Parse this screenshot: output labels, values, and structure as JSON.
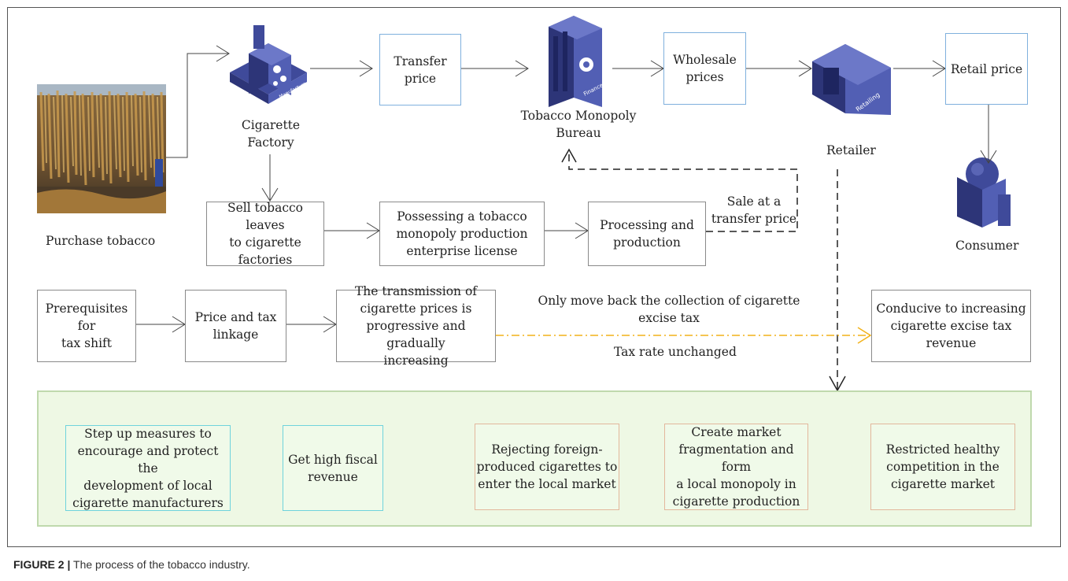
{
  "nodes": {
    "purchase_tobacco": "Purchase tobacco",
    "cigarette_factory": "Cigarette\nFactory",
    "transfer_price": "Transfer\nprice",
    "monopoly_bureau": "Tobacco Monopoly\nBureau",
    "wholesale_prices": "Wholesale\nprices",
    "retailer": "Retailer",
    "retail_price": "Retail price",
    "consumer": "Consumer",
    "sell_leaves": "Sell tobacco leaves\nto cigarette\nfactories",
    "license": "Possessing a tobacco\nmonopoly production\nenterprise license",
    "processing": "Processing and\nproduction",
    "sale_transfer": "Sale at a\ntransfer price",
    "prerequisites": "Prerequisites for\ntax shift",
    "linkage": "Price and tax\nlinkage",
    "transmission": "The transmission of\ncigarette prices is\nprogressive and gradually\nincreasing",
    "move_back": "Only move back the collection of cigarette\nexcise tax",
    "rate_unchanged": "Tax rate unchanged",
    "conducive": "Conducive to increasing\ncigarette excise tax\nrevenue",
    "step_up": "Step up measures to\nencourage and protect the\ndevelopment of local\ncigarette manufacturers",
    "fiscal": "Get high fiscal\nrevenue",
    "rejecting": "Rejecting foreign-\nproduced cigarettes to\nenter the local market",
    "fragmentation": "Create market\nfragmentation and form\na local monopoly in\ncigarette production",
    "restricted": "Restricted healthy\ncompetition in the\ncigarette market"
  },
  "icon_labels": {
    "factory": "Manufacture",
    "bureau": "Finance",
    "retailer": "Retailing"
  },
  "caption": {
    "label": "FIGURE 2 |",
    "text": " The process of the tobacco industry."
  },
  "colors": {
    "icon_blue": "#3f4a9a",
    "tax_flow": "#f2b21a",
    "box_blue": "#7fb0dd",
    "panel_green": "#eef8e4"
  }
}
